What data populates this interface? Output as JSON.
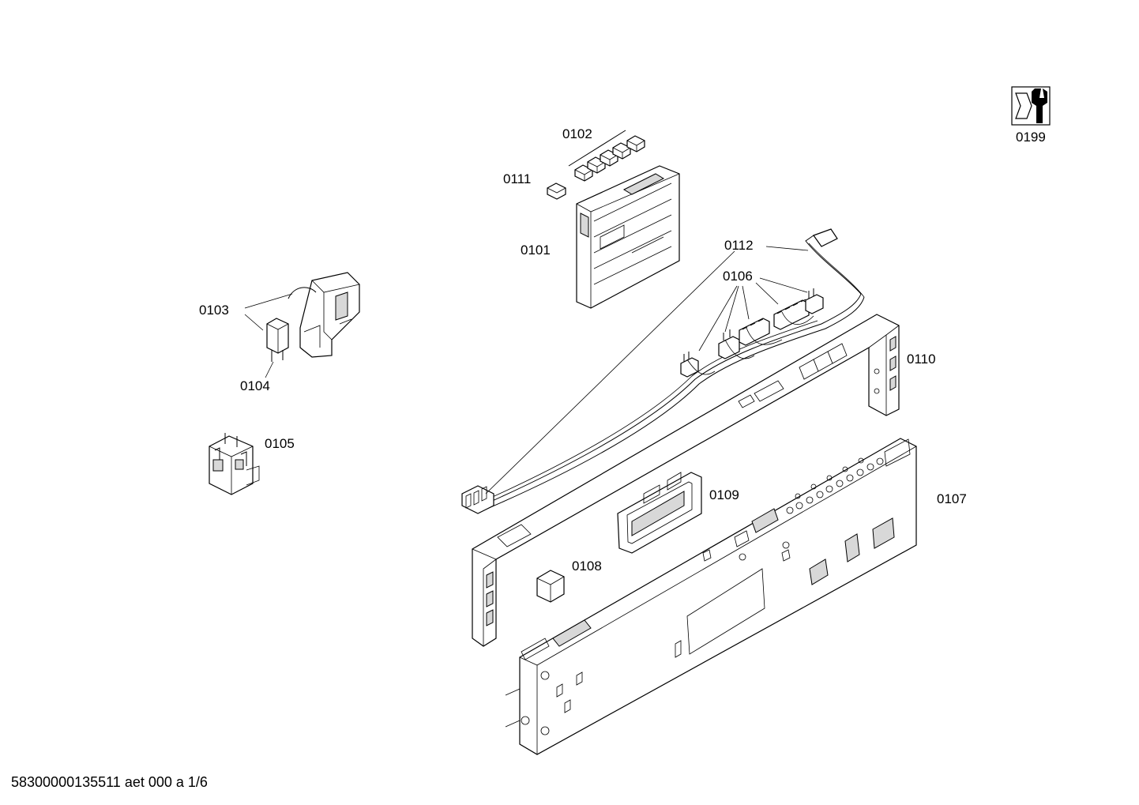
{
  "footer": {
    "text": "58300000135511 aet 000 a 1/6"
  },
  "labels": {
    "l0102": "0102",
    "l0111": "0111",
    "l0101": "0101",
    "l0112": "0112",
    "l0106": "0106",
    "l0103": "0103",
    "l0104": "0104",
    "l0105": "0105",
    "l0110": "0110",
    "l0109": "0109",
    "l0107": "0107",
    "l0108": "0108",
    "l0199": "0199"
  },
  "icons": {
    "service": "tool-service-icon"
  }
}
